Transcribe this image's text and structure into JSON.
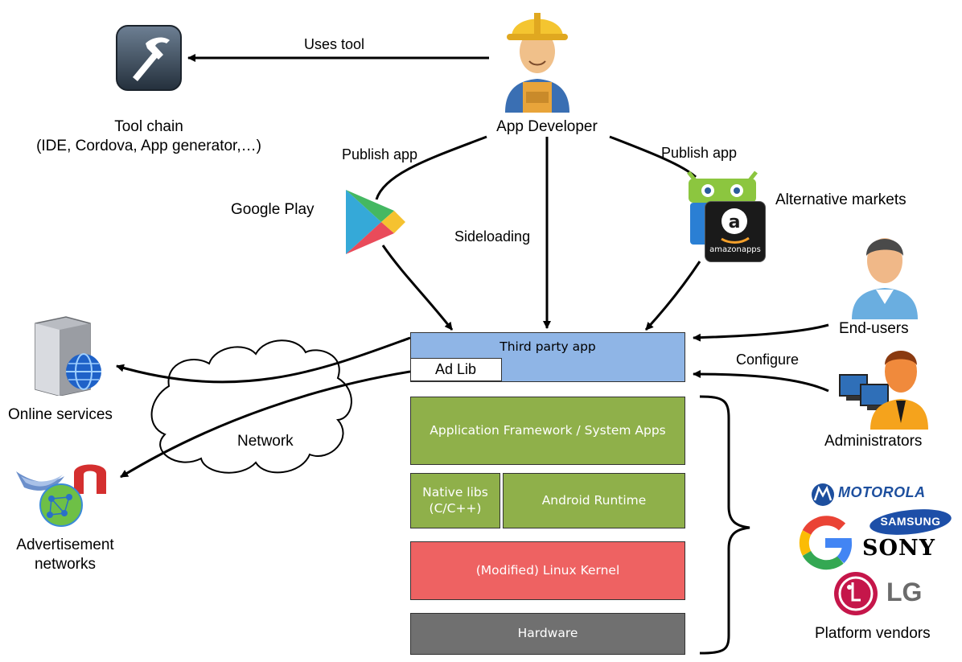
{
  "actors": {
    "developer": "App Developer",
    "toolchain_line1": "Tool chain",
    "toolchain_line2": "(IDE, Cordova, App generator,…)",
    "google_play": "Google Play",
    "alt_markets": "Alternative markets",
    "end_users": "End-users",
    "administrators": "Administrators",
    "online_services": "Online services",
    "ad_networks_line1": "Advertisement",
    "ad_networks_line2": "networks",
    "platform_vendors": "Platform vendors",
    "network": "Network"
  },
  "edges": {
    "uses_tool": "Uses tool",
    "publish_left": "Publish app",
    "publish_right": "Publish app",
    "sideloading": "Sideloading",
    "configure": "Configure"
  },
  "stack": {
    "third_party": "Third party app",
    "ad_lib": "Ad Lib",
    "framework": "Application Framework / System Apps",
    "native_line1": "Native libs",
    "native_line2": "(C/C++)",
    "runtime": "Android Runtime",
    "kernel": "(Modified) Linux Kernel",
    "hardware": "Hardware"
  },
  "vendors": {
    "motorola": "MOTOROLA",
    "samsung": "SAMSUNG",
    "sony": "SONY",
    "lg": "LG"
  },
  "logos": {
    "amazon_small": "amazonapps"
  },
  "colors": {
    "third_party_bg": "#8fb5e6",
    "framework_bg": "#8fb04a",
    "kernel_bg": "#ee6262",
    "hardware_bg": "#707070"
  }
}
